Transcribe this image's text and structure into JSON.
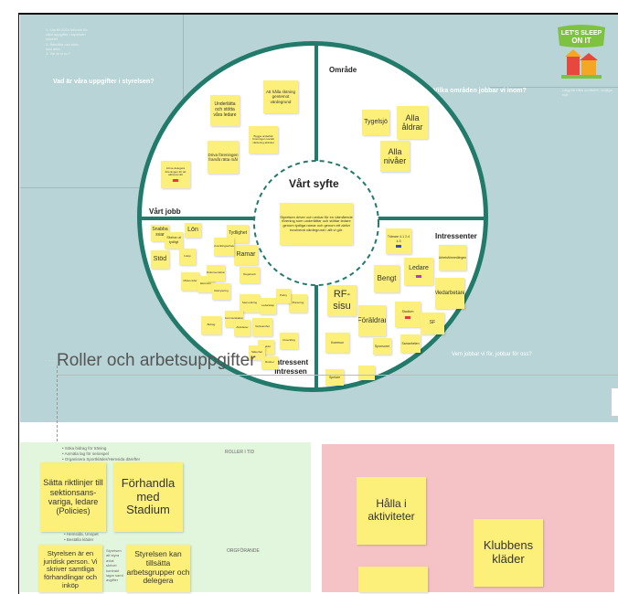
{
  "board": {
    "left_question": "Vad är våra uppgifter i styrelsen?",
    "right_question": "Vilka områden jobbar vi inom?",
    "bottom_question": "Vem jobbar vi för, jobbar för oss?",
    "section_heading": "Roller och arbetsuppgifter",
    "left_small_lines": [
      "1. Läs till 2024 tidsram för",
      "våra uppgifter i styrelsen",
      "Arbetet",
      "2. Bekräfta och skriv",
      "ned dem",
      "3. Var är vi nu?"
    ],
    "right_small": "Lägg till vilka områden, möjliga nytt"
  },
  "logo": {
    "line1": "LET'S SLEEP",
    "line2": "ON IT"
  },
  "circle": {
    "center_title": "Vårt syfte",
    "center_note": "Styrelsen driver och verkar för en välmående förening som underlättar och stöttar ledare genom tydliga ramar och genom ett aktivt involverat värdegrund i allt vi gör.",
    "quadrants": {
      "top_right": "Område",
      "bottom_left": "Vårt jobb",
      "bottom_right_top": "Intressenter",
      "bottom_right_bottom": "Intressent intressen"
    }
  },
  "notes": {
    "top_left": [
      "Underlätta och stötta våra ledare",
      "Att hålla riktning gentemot värdegrund",
      "Driva föreningen framåt rätta mål",
      "Bygga underlätt föreningen socialt värdering aktivitet",
      "Att se delegera föreningen för att aktivera rätt"
    ],
    "top_right": [
      "Tygelsjö",
      "Alla åldrar",
      "Alla nivåer"
    ],
    "bottom_left": [
      "Snabba svar",
      "Lön",
      "Skriva ut tydligt",
      "Stöd",
      "Tydlighet",
      "Ramar",
      "Utvecklingsarbete",
      "Inköp",
      "Mötes-tider",
      "Ekonomi",
      "Dokumentation",
      "Rekrytering",
      "Regelverk",
      "Samordning",
      "Ledarskap",
      "Planering",
      "Policy",
      "Bidrag",
      "Kommunikation",
      "Aktiviteter",
      "Verksamhet",
      "Utveckling",
      "Struktur",
      "Säkerhet",
      "Rutiner"
    ],
    "bottom_right": [
      "Tränare 4-1 2-4 4-5",
      "Bengt",
      "Ledare",
      "Arbetsförmedlingen",
      "Medarbetare",
      "Stadium",
      "SF",
      "RF-sisu",
      "Föräldrar",
      "Kommun",
      "Sponsorer",
      "Samarbeten",
      "Spelare"
    ]
  },
  "green_panel": {
    "header_right": "ROLLER I TID",
    "header_right2": "ORGFÖRANDE",
    "list": [
      "Söka bidrag för träning",
      "Anmäla lag för seriespel",
      "Organisera Sportkläder/Hemsida därefter"
    ],
    "notes": [
      "Sätta riktlinjer till sektionsans-variga, ledare (Policies)",
      "Förhandla med Stadium",
      "Styrelsen är en juridisk person. Vi skriver samtliga förhandlingar och inköp",
      "Styrelsen kan tillsätta arbetsgrupper och delegera"
    ],
    "small_lines": [
      "Hemsida, Unopet",
      "Beställa kläder",
      "Styrelsen",
      "att styra",
      "avtal",
      "skriver",
      "kontrakt",
      "lagar samt",
      "avgifter"
    ]
  },
  "pink_panel": {
    "notes": [
      "Hålla i aktiviteter",
      "Klubbens kläder"
    ]
  },
  "colors": {
    "teal": "#b8d4d6",
    "ring": "#217a6a",
    "note": "#fdf07a",
    "green": "#e2f6dd",
    "pink": "#f5c3c6"
  }
}
